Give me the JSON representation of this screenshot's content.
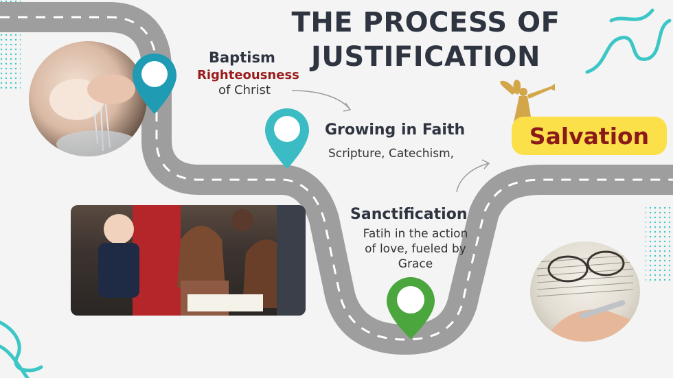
{
  "title": {
    "line1": "THE PROCESS OF",
    "line2": "JUSTIFICATION"
  },
  "stages": [
    {
      "heading": "Baptism",
      "subheading": "Righteousness",
      "text": "of Christ",
      "pin_color": "#1f9bb3"
    },
    {
      "heading": "Growing in Faith",
      "text": "Scripture, Catechism,",
      "pin_color": "#3bbcc4"
    },
    {
      "heading": "Sanctification",
      "text_lines": [
        "Fatih in the action",
        "of love, fueled by",
        "Grace"
      ],
      "pin_color": "#4aa63d"
    }
  ],
  "goal": {
    "label": "Salvation"
  },
  "colors": {
    "road": "#9e9e9e",
    "road_dash": "#ffffff",
    "title": "#2e3440",
    "accent_red": "#9b1c1c",
    "badge": "#fbe04a",
    "squiggle": "#3cc6c6"
  },
  "icons": [
    "angel-trumpet-icon",
    "location-pin-icon",
    "curved-arrow-icon"
  ]
}
